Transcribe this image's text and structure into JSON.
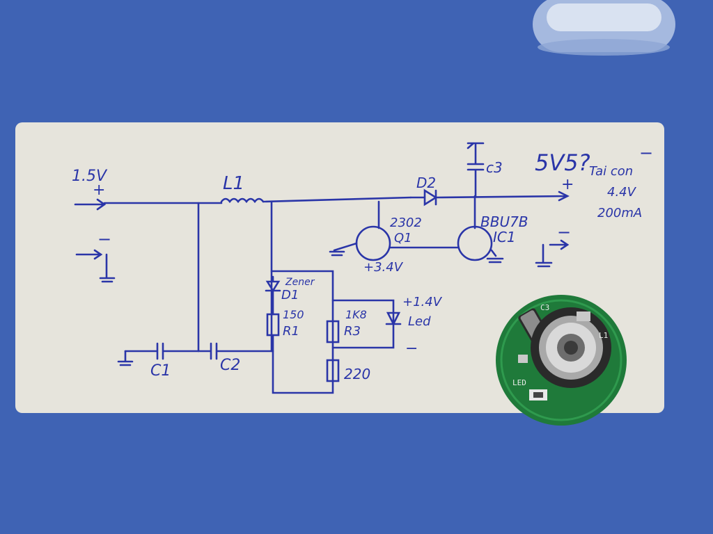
{
  "colors": {
    "table": "#3f63b4",
    "card": "#e6e4dc",
    "ink": "#2a35a8",
    "pcb": "#1f7a3a"
  },
  "schematic": {
    "labels": {
      "input_voltage": "1.5V",
      "plus_in": "+",
      "minus_in": "−",
      "inductor": "L1",
      "diode_d2": "D2",
      "cap_c3": "c3",
      "output_voltage": "5V5?",
      "output_dash": "−",
      "output_note_1": "Tai con",
      "output_note_2": "4.4V",
      "output_note_3": "200mA",
      "plus_out": "+",
      "minus_out": "−",
      "transistor_code": "2302",
      "transistor_q1": "Q1",
      "q1_voltage": "+3.4V",
      "ic_code": "BBU7B",
      "ic_name": "IC1",
      "zener_label": "Zener",
      "zener_d1": "D1",
      "r1_value": "150",
      "r1_name": "R1",
      "r3_value": "1K8",
      "r3_name": "R3",
      "led_voltage": "+1.4V",
      "led_name": "Led",
      "led_minus": "−",
      "r_bottom_value": "220",
      "cap_c1": "C1",
      "cap_c2": "C2"
    }
  },
  "pcb": {
    "labels": {
      "c_label": "C3",
      "led_label": "LED",
      "side_label": "L1"
    }
  }
}
